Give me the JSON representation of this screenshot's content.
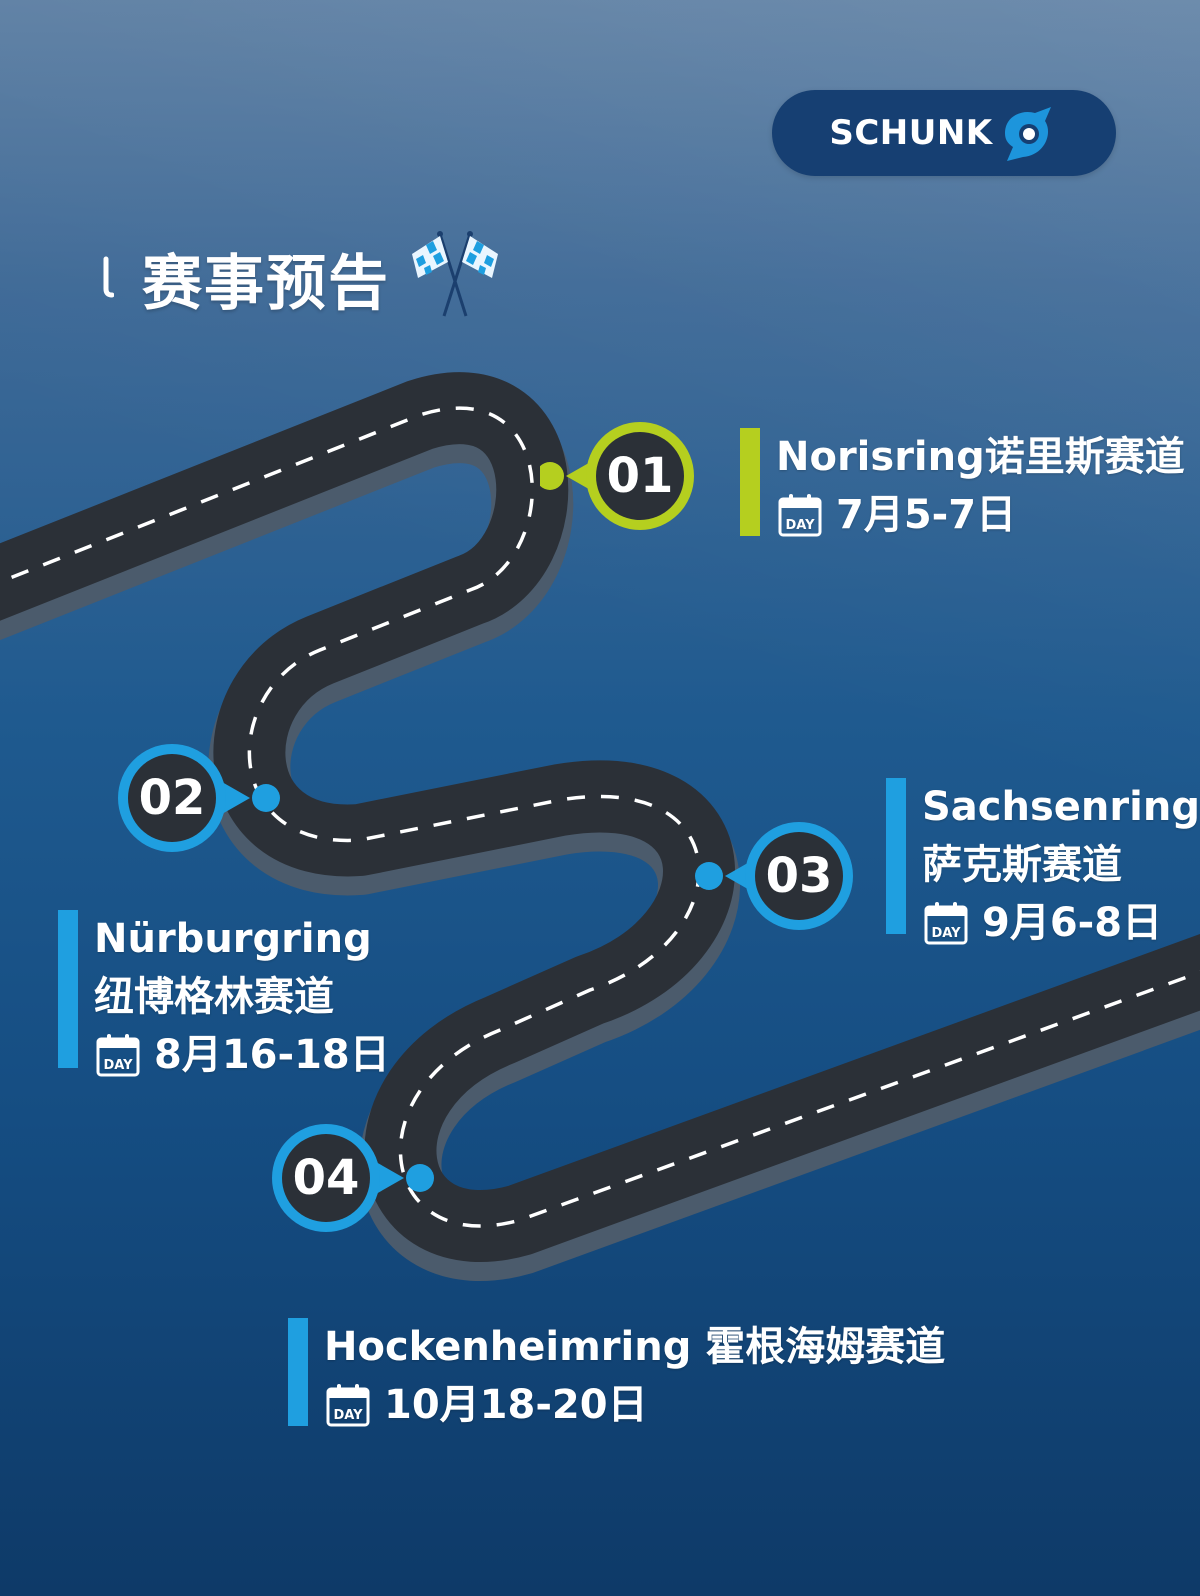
{
  "logo": {
    "text": "SCHUNK"
  },
  "header": {
    "title": "赛事预告"
  },
  "colors": {
    "green": "#b5cf1f",
    "blue": "#1f9fe0",
    "road": "#2d3239",
    "road_edge": "#4a5a6a"
  },
  "events": [
    {
      "number": "01",
      "name_lines": [
        "Norisring诺里斯赛道"
      ],
      "date": "7月5-7日",
      "accent": "#b5cf1f"
    },
    {
      "number": "02",
      "name_lines": [
        "Nürburgring",
        "纽博格林赛道"
      ],
      "date": "8月16-18日",
      "accent": "#1f9fe0"
    },
    {
      "number": "03",
      "name_lines": [
        "Sachsenring",
        "萨克斯赛道"
      ],
      "date": "9月6-8日",
      "accent": "#1f9fe0"
    },
    {
      "number": "04",
      "name_lines": [
        "Hockenheimring 霍根海姆赛道"
      ],
      "date": "10月18-20日",
      "accent": "#1f9fe0"
    }
  ],
  "icons": {
    "calendar": "calendar-day-icon",
    "flags": "checkered-flags-icon",
    "logo": "schunk-logo-icon"
  },
  "day_label": "DAY"
}
